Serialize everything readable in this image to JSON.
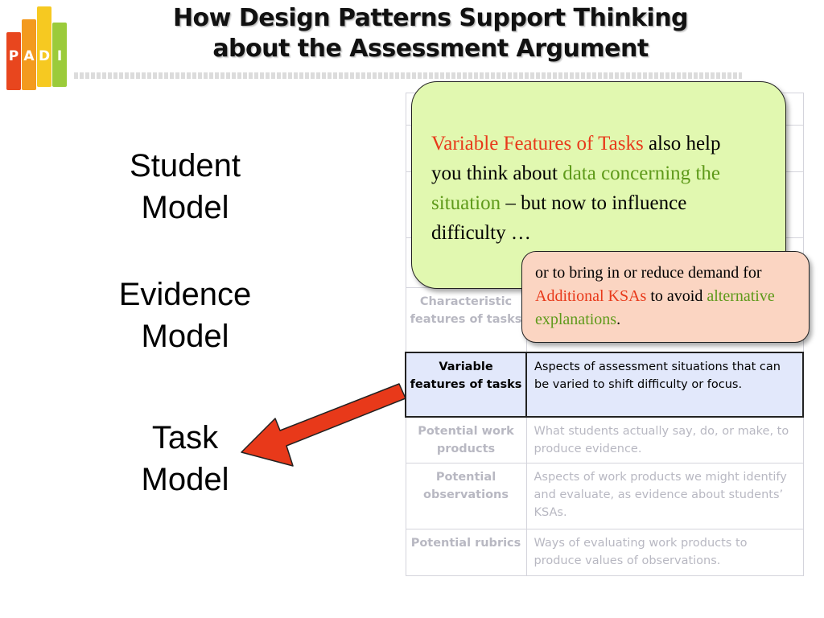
{
  "logo": {
    "letters": [
      "P",
      "A",
      "D",
      "I"
    ],
    "colors": [
      "#e8461e",
      "#f39a1e",
      "#f6c921",
      "#9bcb3a"
    ]
  },
  "title": {
    "line1": "How Design Patterns Support Thinking",
    "line2": "about the Assessment Argument"
  },
  "models": {
    "student": [
      "Student",
      "Model"
    ],
    "evidence": [
      "Evidence",
      "Model"
    ],
    "task": [
      "Task",
      "Model"
    ]
  },
  "table": {
    "rows": [
      {
        "attr": "",
        "desc": ""
      },
      {
        "attr": "",
        "desc": ""
      },
      {
        "attr": "",
        "desc": ""
      },
      {
        "attr": "",
        "desc": ""
      },
      {
        "attr": "Characteristic features of tasks",
        "desc": ""
      },
      {
        "attr": "Variable features of tasks",
        "desc": "Aspects of assessment situations that can be varied to shift difficulty or focus.",
        "highlight": true
      },
      {
        "attr": "Potential work products",
        "desc": "What students actually say, do, or make, to produce evidence."
      },
      {
        "attr": "Potential observations",
        "desc": "Aspects of work products we might identify and evaluate, as evidence about students’ KSAs."
      },
      {
        "attr": "Potential rubrics",
        "desc": "Ways of evaluating work products to produce values of observations."
      }
    ]
  },
  "callout1": {
    "part1": "Variable Features of Tasks",
    "part2": " also help you think about ",
    "part3": "data concerning the situation",
    "part4": " – but now to influence difficulty …"
  },
  "callout2": {
    "part1": "or to bring in or reduce demand for ",
    "part2": "Additional KSAs",
    "part3": " to avoid ",
    "part4": "alternative explanations",
    "part5": "."
  },
  "colors": {
    "callout_red": "#e8391a",
    "callout_green": "#5e9a1a",
    "arrow": "#e8391a",
    "highlight_row": "#e2e8fb"
  }
}
